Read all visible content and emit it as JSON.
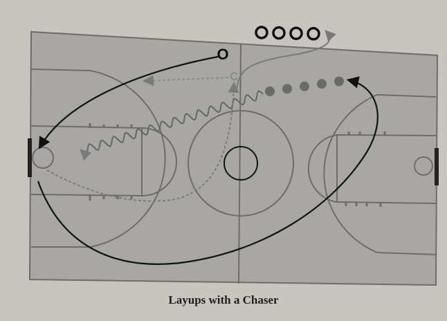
{
  "diagram": {
    "title": "Layups with a Chaser",
    "chaser_label": "C",
    "player_symbol": "O",
    "waiting_players_count": 4,
    "ball_line_count": 5,
    "colors": {
      "page": "#c8c5c0",
      "court": "#a9a7a3",
      "court_lines": "#6e6c69",
      "player_path": "#111111",
      "chaser_path": "#7a7a7a",
      "ball_players": "#6a6a6a"
    }
  }
}
